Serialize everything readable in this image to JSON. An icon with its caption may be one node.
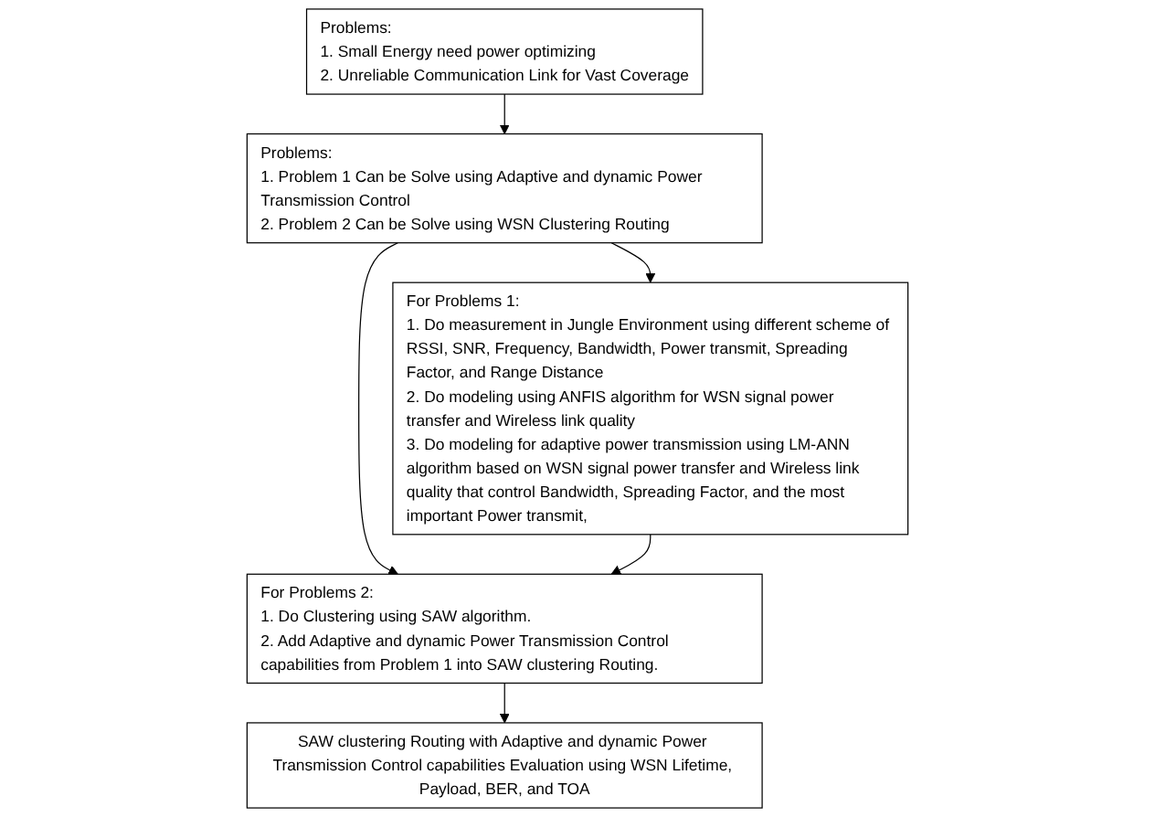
{
  "diagram": {
    "nodes": [
      {
        "text": [
          "Problems:",
          "1. Small Energy need power optimizing",
          "2. Unreliable Communication Link for Vast Coverage"
        ]
      },
      {
        "text": [
          "Problems:",
          "1. Problem 1 Can be Solve using Adaptive and dynamic Power Transmission Control",
          "2. Problem 2 Can be Solve using WSN Clustering Routing"
        ]
      },
      {
        "text": [
          "For Problems 1:",
          "1. Do measurement in Jungle Environment using different scheme of RSSI, SNR, Frequency, Bandwidth, Power transmit, Spreading Factor, and Range Distance",
          "2. Do modeling using ANFIS algorithm for WSN signal power transfer and Wireless link quality",
          "3. Do modeling for adaptive power transmission using LM-ANN algorithm based on WSN signal power transfer and Wireless link quality that control Bandwidth, Spreading Factor, and the most important Power transmit,"
        ]
      },
      {
        "text": [
          "For Problems 2:",
          "1. Do Clustering using SAW algorithm.",
          "2. Add Adaptive and dynamic Power Transmission Control capabilities from Problem 1 into SAW clustering Routing."
        ]
      },
      {
        "text": [
          "SAW clustering Routing with Adaptive and dynamic Power Transmission Control capabilities Evaluation using WSN Lifetime, Payload, BER, and TOA"
        ]
      }
    ],
    "edges": [
      {
        "from": 0,
        "to": 1,
        "arrow": "to"
      },
      {
        "from": 1,
        "to": 2,
        "arrow": "to"
      },
      {
        "from": 1,
        "to": 3,
        "arrow": "to"
      },
      {
        "from": 2,
        "to": 3,
        "arrow": "to"
      },
      {
        "from": 3,
        "to": 4,
        "arrow": "to"
      }
    ]
  }
}
